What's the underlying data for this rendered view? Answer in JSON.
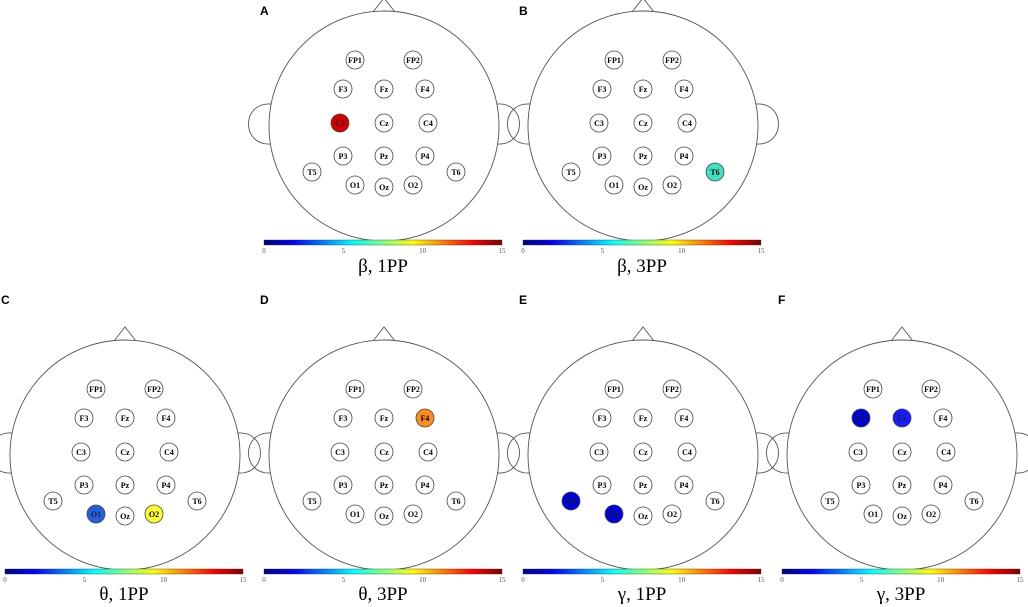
{
  "colormap": {
    "name": "jet",
    "stops": [
      "#00007f",
      "#0000ff",
      "#007fff",
      "#00ffff",
      "#7fff7f",
      "#ffff00",
      "#ff7f00",
      "#ff0000",
      "#7f0000"
    ],
    "ticks": [
      "0",
      "5",
      "10",
      "15"
    ]
  },
  "panels": [
    {
      "letter": "A",
      "caption": "β, 1PP",
      "electrodes": [
        {
          "label": "FP1"
        },
        {
          "label": "FP2"
        },
        {
          "label": "F3"
        },
        {
          "label": "Fz"
        },
        {
          "label": "F4"
        },
        {
          "label": "C3",
          "color": "#d40000"
        },
        {
          "label": "Cz"
        },
        {
          "label": "C4"
        },
        {
          "label": "P3"
        },
        {
          "label": "Pz"
        },
        {
          "label": "P4"
        },
        {
          "label": "T5"
        },
        {
          "label": "T6"
        },
        {
          "label": "O1"
        },
        {
          "label": "Oz"
        },
        {
          "label": "O2"
        }
      ]
    },
    {
      "letter": "B",
      "caption": "β, 3PP",
      "electrodes": [
        {
          "label": "FP1"
        },
        {
          "label": "FP2"
        },
        {
          "label": "F3"
        },
        {
          "label": "Fz"
        },
        {
          "label": "F4"
        },
        {
          "label": "C3"
        },
        {
          "label": "Cz"
        },
        {
          "label": "C4"
        },
        {
          "label": "P3"
        },
        {
          "label": "Pz"
        },
        {
          "label": "P4"
        },
        {
          "label": "T5"
        },
        {
          "label": "T6",
          "color": "#40e0c0"
        },
        {
          "label": "O1"
        },
        {
          "label": "Oz"
        },
        {
          "label": "O2"
        }
      ]
    },
    {
      "letter": "C",
      "caption": "θ, 1PP",
      "electrodes": [
        {
          "label": "FP1"
        },
        {
          "label": "FP2"
        },
        {
          "label": "F3"
        },
        {
          "label": "Fz"
        },
        {
          "label": "F4"
        },
        {
          "label": "C3"
        },
        {
          "label": "Cz"
        },
        {
          "label": "C4"
        },
        {
          "label": "P3"
        },
        {
          "label": "Pz"
        },
        {
          "label": "P4"
        },
        {
          "label": "T5"
        },
        {
          "label": "T6"
        },
        {
          "label": "O1",
          "color": "#2060e0"
        },
        {
          "label": "Oz"
        },
        {
          "label": "O2",
          "color": "#ffff30"
        }
      ]
    },
    {
      "letter": "D",
      "caption": "θ, 3PP",
      "electrodes": [
        {
          "label": "FP1"
        },
        {
          "label": "FP2"
        },
        {
          "label": "F3"
        },
        {
          "label": "Fz"
        },
        {
          "label": "F4",
          "color": "#ff8c1a"
        },
        {
          "label": "C3"
        },
        {
          "label": "Cz"
        },
        {
          "label": "C4"
        },
        {
          "label": "P3"
        },
        {
          "label": "Pz"
        },
        {
          "label": "P4"
        },
        {
          "label": "T5"
        },
        {
          "label": "T6"
        },
        {
          "label": "O1"
        },
        {
          "label": "Oz"
        },
        {
          "label": "O2"
        }
      ]
    },
    {
      "letter": "E",
      "caption": "γ, 1PP",
      "electrodes": [
        {
          "label": "FP1"
        },
        {
          "label": "FP2"
        },
        {
          "label": "F3"
        },
        {
          "label": "Fz"
        },
        {
          "label": "F4"
        },
        {
          "label": "C3"
        },
        {
          "label": "Cz"
        },
        {
          "label": "C4"
        },
        {
          "label": "P3"
        },
        {
          "label": "Pz"
        },
        {
          "label": "P4"
        },
        {
          "label": "T5",
          "color": "#0000d8"
        },
        {
          "label": "T6"
        },
        {
          "label": "O1",
          "color": "#0000d8"
        },
        {
          "label": "Oz"
        },
        {
          "label": "O2"
        }
      ]
    },
    {
      "letter": "F",
      "caption": "γ, 3PP",
      "electrodes": [
        {
          "label": "FP1"
        },
        {
          "label": "FP2"
        },
        {
          "label": "F3",
          "color": "#0000d8"
        },
        {
          "label": "Fz",
          "color": "#1a1aff"
        },
        {
          "label": "F4"
        },
        {
          "label": "C3"
        },
        {
          "label": "Cz"
        },
        {
          "label": "C4"
        },
        {
          "label": "P3"
        },
        {
          "label": "Pz"
        },
        {
          "label": "P4"
        },
        {
          "label": "T5"
        },
        {
          "label": "T6"
        },
        {
          "label": "O1"
        },
        {
          "label": "Oz"
        },
        {
          "label": "O2"
        }
      ]
    }
  ]
}
